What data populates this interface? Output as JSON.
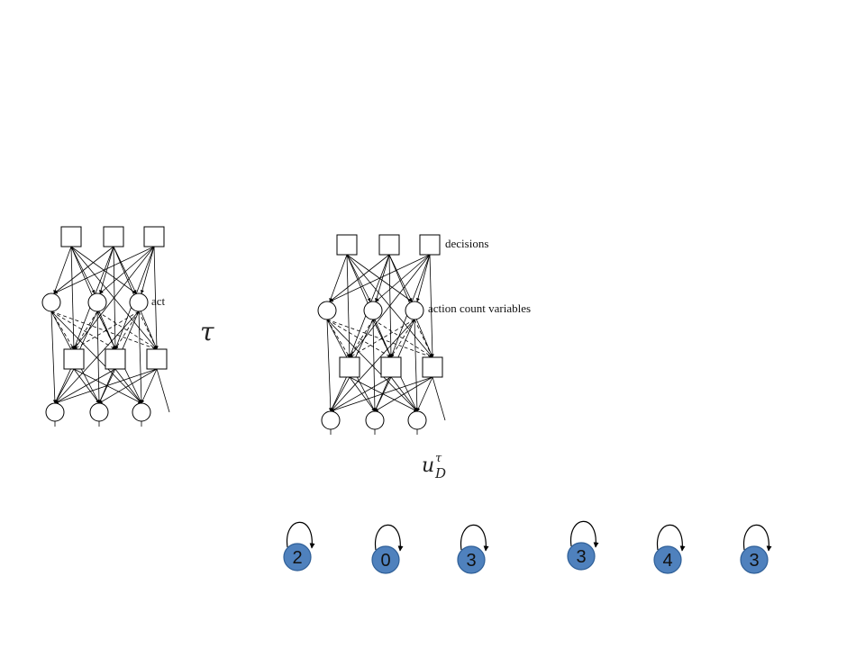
{
  "left_network": {
    "label_act": "act"
  },
  "operator": {
    "tau": "τ"
  },
  "right_network": {
    "label_decisions": "decisions",
    "label_action_count": "action count variables"
  },
  "utility": {
    "base": "u",
    "sup": "τ",
    "sub": "D"
  },
  "counters": [
    {
      "value": "2"
    },
    {
      "value": "0"
    },
    {
      "value": "3"
    },
    {
      "value": "3"
    },
    {
      "value": "4"
    },
    {
      "value": "3"
    }
  ],
  "colors": {
    "node_fill": "#4f81bd",
    "node_stroke": "#2f5f97",
    "line": "#000000"
  }
}
